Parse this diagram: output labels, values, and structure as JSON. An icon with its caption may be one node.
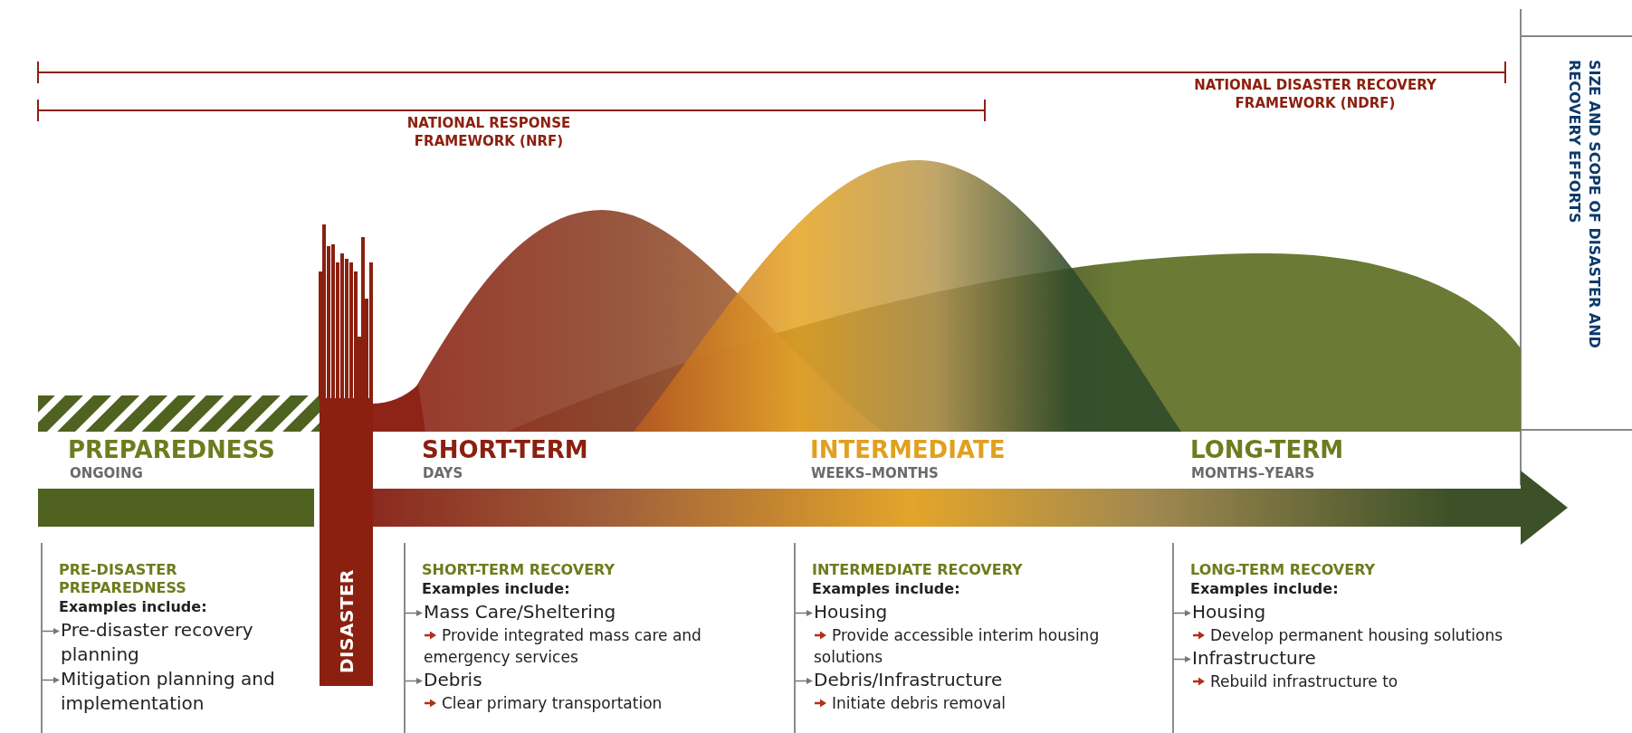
{
  "diagram": {
    "nodes": [
      {
        "text": [
          "PRE-DISASTER PREPAREDNESS",
          "Examples include:"
        ]
      },
      {
        "text": [
          "Pre-disaster recovery planning"
        ],
        "in": 0
      },
      {
        "text": [
          "Mitigation planning and implementation"
        ],
        "in": 0
      },
      {
        "text": [
          "DISASTER"
        ]
      },
      {
        "text": [
          "SHORT-TERM RECOVERY",
          "Examples include:"
        ]
      },
      {
        "text": [
          "Mass Care/Sheltering",
          "Provide integrated mass care and emergency services"
        ],
        "in": 4
      },
      {
        "text": [
          "Debris",
          "Clear primary transportation"
        ],
        "in": 4
      },
      {
        "text": [
          "INTERMEDIATE RECOVERY",
          "Examples include:"
        ]
      },
      {
        "text": [
          "Housing",
          "Provide accessible interim housing solutions"
        ],
        "in": 7
      },
      {
        "text": [
          "Debris/Infrastructure",
          "Initiate debris removal"
        ],
        "in": 7
      },
      {
        "text": [
          "LONG-TERM RECOVERY",
          "Examples include:"
        ]
      },
      {
        "text": [
          "Housing",
          "Develop permanent housing solutions"
        ],
        "in": 10
      },
      {
        "text": [
          "Infrastructure",
          "Rebuild infrastructure to"
        ],
        "in": 10
      }
    ],
    "labels": [
      "NATIONAL DISASTER RECOVERY FRAMEWORK (NDRF)",
      "NATIONAL RESPONSE FRAMEWORK (NRF)",
      "SIZE AND SCOPE OF DISASTER AND RECOVERY EFFORTS",
      "PREPAREDNESS",
      "ONGOING",
      "SHORT-TERM",
      "DAYS",
      "INTERMEDIATE",
      "WEEKS–MONTHS",
      "LONG-TERM",
      "MONTHS–YEARS"
    ]
  }
}
